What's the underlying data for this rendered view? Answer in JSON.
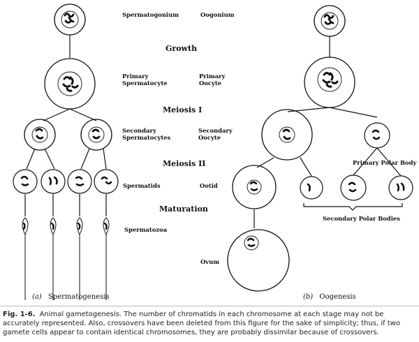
{
  "labels": {
    "spermatogonium": "Spermatogonium",
    "oogonium": "Oogonium",
    "primary_spermatocyte": [
      "Primary",
      "Spermatocyte"
    ],
    "primary_oocyte": [
      "Primary",
      "Oocyte"
    ],
    "secondary_spermatocytes": [
      "Secondary",
      "Spermatocytes"
    ],
    "secondary_oocyte": [
      "Secondary",
      "Oocyte"
    ],
    "spermatids": "Spermatids",
    "ootid": "Ootid",
    "spermatozoa": "Spermatozoa",
    "ovum": "Ovum",
    "primary_polar_body": "Primary Polar Body",
    "secondary_polar_bodies": "Secondary Polar Bodies"
  },
  "stages": {
    "growth": "Growth",
    "meiosis1": "Meiosis I",
    "meiosis2": "Meiosis II",
    "maturation": "Maturation"
  },
  "subfigures": {
    "a_letter": "(a)",
    "a_title": "Spermatogenesis",
    "b_letter": "(b)",
    "b_title": "Oogenesis"
  },
  "caption": {
    "fig_label": "Fig. 1-6.",
    "text": "Animal gametogenesis. The number of chromatids in each chromosome at each stage may not be accurately represented. Also, crossovers have been deleted from this figure for the sake of simplicity; thus, if two gamete cells appear to contain identical chromosomes, they are probably dissimilar because of crossovers."
  }
}
